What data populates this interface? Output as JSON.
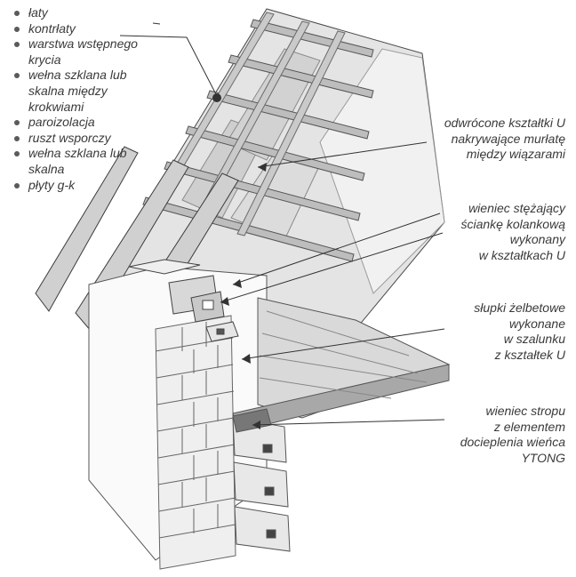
{
  "legend": {
    "items": [
      "łaty",
      "kontrłaty",
      "warstwa wstępnego krycia",
      "wełna szklana lub skalna między krokwiami",
      "paroizolacja",
      "ruszt wsporczy",
      "wełna szklana lub skalna",
      "płyty g-k"
    ]
  },
  "callouts": {
    "u_shapes": [
      "odwrócone kształtki U",
      "nakrywające murłatę",
      "między wiązarami"
    ],
    "ring_beam": [
      "wieniec stężający",
      "ściankę kolankową",
      "wykonany",
      "w kształtkach U"
    ],
    "pillars": [
      "słupki żelbetowe",
      "wykonane",
      "w szalunku",
      "z kształtek U"
    ],
    "floor_beam": [
      "wieniec stropu",
      "z elementem",
      "docieplenia wieńca",
      "YTONG"
    ]
  },
  "colors": {
    "line": "#444444",
    "fill_gray": "#d6d6d6",
    "fill_light": "#ececec",
    "fill_dark": "#9a9a9a"
  }
}
